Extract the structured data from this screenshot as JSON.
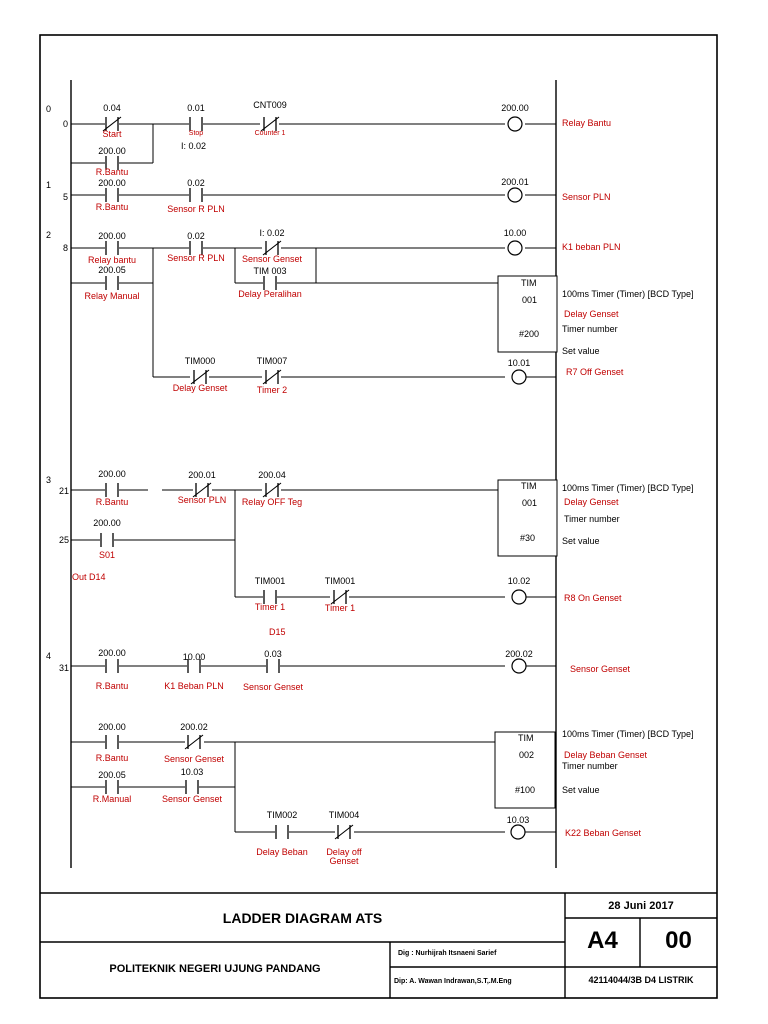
{
  "rungs": [
    {
      "rung_no": "0",
      "step": "0"
    },
    {
      "rung_no": "1",
      "step": "5"
    },
    {
      "rung_no": "2",
      "step": "8"
    },
    {
      "rung_no": "3",
      "step": "21"
    },
    {
      "rung_no": "",
      "step": "25"
    },
    {
      "rung_no": "4",
      "step": "31"
    }
  ],
  "contacts": [
    {
      "addr": "0.04",
      "label": "Start",
      "type": "NC"
    },
    {
      "addr": "0.01",
      "label": "Stop",
      "type": "NO"
    },
    {
      "addr": "CNT009",
      "label": "Counter 1",
      "type": "NC"
    },
    {
      "addr": "200.00",
      "label": "R.Bantu",
      "type": "NO"
    },
    {
      "addr": "200.00",
      "label": "R.Bantu",
      "type": "NO"
    },
    {
      "addr": "0.02",
      "label": "Sensor R PLN",
      "type": "NO"
    },
    {
      "addr": "200.00",
      "label": "Relay bantu",
      "type": "NO"
    },
    {
      "addr": "0.02",
      "label": "Sensor R PLN",
      "type": "NO"
    },
    {
      "addr": "I: 0.02",
      "label": "Sensor Genset",
      "type": "NC"
    },
    {
      "addr": "200.05",
      "label": "Relay Manual",
      "type": "NO"
    },
    {
      "addr": "TIM 003",
      "label": "Delay Peralihan",
      "type": "NO"
    },
    {
      "addr": "TIM000",
      "label": "Delay Genset",
      "type": "NC"
    },
    {
      "addr": "TIM007",
      "label": "Timer 2",
      "type": "NC"
    },
    {
      "addr": "200.00",
      "label": "R.Bantu",
      "type": "NO"
    },
    {
      "addr": "200.01",
      "label": "Sensor PLN",
      "type": "NC"
    },
    {
      "addr": "200.04",
      "label": "Relay OFF Teg",
      "type": "NC"
    },
    {
      "addr": "200.00",
      "label": "S01",
      "type": "NO"
    },
    {
      "addr": "TIM001",
      "label": "Timer 1",
      "type": "NO"
    },
    {
      "addr": "TIM001",
      "label": "Timer 1",
      "type": "NC"
    },
    {
      "addr": "200.00",
      "label": "R.Bantu",
      "type": "NO"
    },
    {
      "addr": "10.00",
      "label": "K1 Beban PLN",
      "type": "NO"
    },
    {
      "addr": "0.03",
      "label": "Sensor Genset",
      "type": "NO"
    },
    {
      "addr": "200.00",
      "label": "R.Bantu",
      "type": "NO"
    },
    {
      "addr": "200.02",
      "label": "Sensor Genset",
      "type": "NC"
    },
    {
      "addr": "200.05",
      "label": "R.Manual",
      "type": "NO"
    },
    {
      "addr": "10.03",
      "label": "Sensor Genset",
      "type": "NO"
    },
    {
      "addr": "TIM002",
      "label": "Delay Beban",
      "type": "NO"
    },
    {
      "addr": "TIM004",
      "label": "Delay off",
      "label2": "Genset",
      "type": "NC"
    }
  ],
  "coils": [
    {
      "addr": "200.00",
      "label": "Relay Bantu"
    },
    {
      "addr": "200.01",
      "label": "Sensor PLN"
    },
    {
      "addr": "10.00",
      "label": "K1 beban PLN"
    },
    {
      "addr": "10.01",
      "label": "R7 Off Genset"
    },
    {
      "addr": "10.02",
      "label": "R8 On Genset"
    },
    {
      "addr": "200.02",
      "label": "Sensor Genset"
    },
    {
      "addr": "10.03",
      "label": "K22 Beban Genset"
    }
  ],
  "timers": [
    {
      "head": "TIM",
      "num": "001",
      "setval": "#200",
      "desc": "100ms Timer (Timer) [BCD Type]",
      "name": "Delay Genset",
      "tn_label": "Timer number",
      "sv_label": "Set value"
    },
    {
      "head": "TIM",
      "num": "001",
      "setval": "#30",
      "desc": "100ms Timer (Timer) [BCD Type]",
      "name": "Delay Genset",
      "tn_label": "Timer number",
      "sv_label": "Set value"
    },
    {
      "head": "TIM",
      "num": "002",
      "setval": "#100",
      "desc": "100ms Timer (Timer) [BCD Type]",
      "name": "Delay Beban Genset",
      "tn_label": "Timer number",
      "sv_label": "Set value"
    }
  ],
  "notes": {
    "rung0_comment": "I: 0.02",
    "out_d14": "Out D14",
    "d15": "D15"
  },
  "title_block": {
    "title": "LADDER DIAGRAM ATS",
    "date": "28 Juni 2017",
    "sheet_size": "A4",
    "sheet_no": "00",
    "institution": "POLITEKNIK NEGERI UJUNG PANDANG",
    "drawn_by": "Dig : Nurhijrah Itsnaeni Sarief",
    "checked_by": "Dip: A. Wawan Indrawan,S.T,.M.Eng",
    "code": "42114044/3B D4 LISTRIK"
  }
}
